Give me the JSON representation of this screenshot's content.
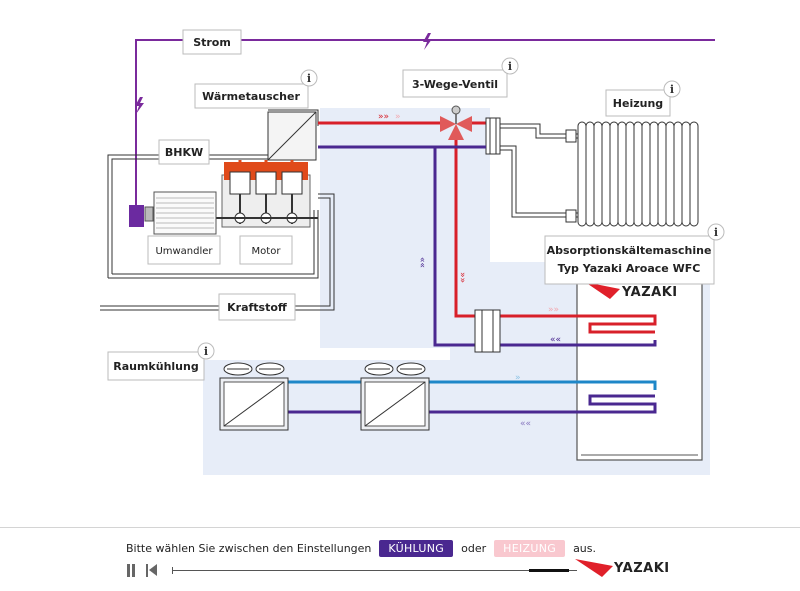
{
  "labels": {
    "strom": "Strom",
    "waermetauscher": "Wärmetauscher",
    "ventil": "3-Wege-Ventil",
    "heizung": "Heizung",
    "bhkw": "BHKW",
    "umwandler": "Umwandler",
    "motor": "Motor",
    "kraftstoff": "Kraftstoff",
    "raumkuehlung": "Raumkühlung",
    "absorption_line1": "Absorptionskältemaschine",
    "absorption_line2": "Typ Yazaki Aroace WFC",
    "info": "i"
  },
  "brand": {
    "logo_text": "YAZAKI"
  },
  "controls": {
    "prompt": "Bitte wählen Sie zwischen den Einstellungen",
    "option_cooling": "KÜHLUNG",
    "connector": "oder",
    "option_heating": "HEIZUNG",
    "suffix": "aus."
  },
  "player": {
    "progress": 0.93
  },
  "colors": {
    "hot": "#d8202a",
    "cold": "#4a2890",
    "chilled": "#1e87c8",
    "electric": "#7a2a9c",
    "zone": "#e7edf8",
    "pipe_gray": "#333333",
    "accent_red": "#e0202a"
  },
  "icons": {
    "pause": "pause-icon",
    "rewind": "rewind-icon",
    "lightning": "lightning-icon",
    "info": "info-icon"
  }
}
